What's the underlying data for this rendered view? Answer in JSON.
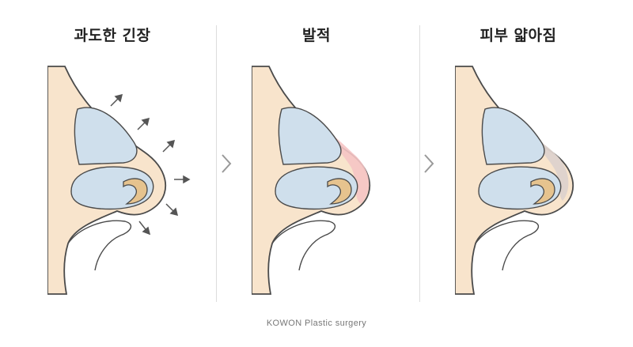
{
  "panels": [
    {
      "title": "과도한 긴장"
    },
    {
      "title": "발적"
    },
    {
      "title": "피부 얇아짐"
    }
  ],
  "footer": {
    "text": "KOWON Plastic surgery"
  },
  "colors": {
    "skin": "#f8e4cc",
    "skin_outline": "#4a4a4a",
    "cartilage": "#cfdfec",
    "alar_cartilage": "#e6c38e",
    "redness": "#f5c4c4",
    "thinning": "#ddd2cc",
    "arrow": "#555555",
    "divider": "#dddddd"
  },
  "icons": [
    "tension-arrow-icon",
    "chevron-right-icon"
  ]
}
